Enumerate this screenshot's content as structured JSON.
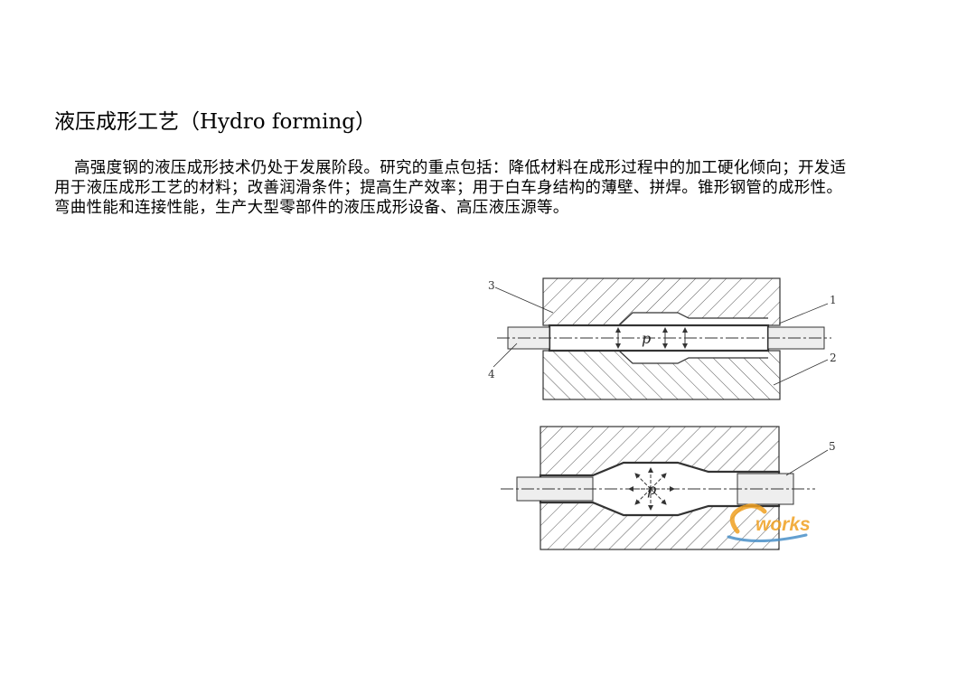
{
  "heading": "液压成形工艺（Hydro forming）",
  "paragraph": "高强度钢的液压成形技术仍处于发展阶段。研究的重点包括：降低材料在成形过程中的加工硬化倾向；开发适用于液压成形工艺的材料；改善润滑条件；提高生产效率；用于白车身结构的薄壁、拼焊。锥形钢管的成形性。弯曲性能和连接性能，生产大型零部件的液压成形设备、高压液压源等。",
  "figure": {
    "labels": {
      "one": "1",
      "two": "2",
      "three": "3",
      "four": "4",
      "five": "5"
    },
    "pressure_top": "p",
    "pressure_bottom": "p",
    "watermark": "works",
    "colors": {
      "line": "#333333",
      "hatch": "#555555",
      "tube": "#eeeeee",
      "watermark_orange": "#f0a020",
      "watermark_blue": "#4a90c8"
    }
  }
}
